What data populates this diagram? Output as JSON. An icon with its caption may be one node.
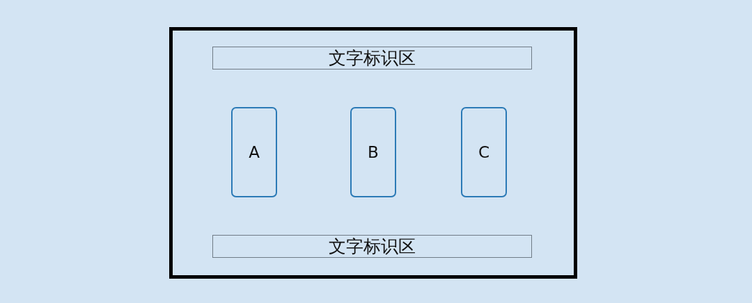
{
  "diagram": {
    "nodes": [
      {
        "text": [],
        "shape": "box"
      },
      {
        "text": [
          "文字标识区"
        ],
        "in": 0
      },
      {
        "text": [
          "A"
        ],
        "in": 0
      },
      {
        "text": [
          "B"
        ],
        "in": 0
      },
      {
        "text": [
          "C"
        ],
        "in": 0
      },
      {
        "text": [
          "文字标识区"
        ],
        "in": 0
      }
    ]
  }
}
